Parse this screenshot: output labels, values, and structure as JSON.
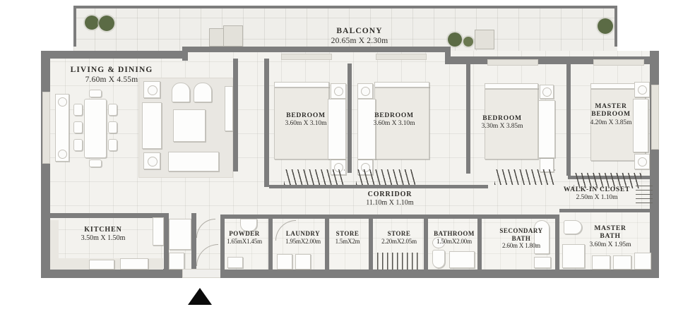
{
  "plan": {
    "title": "Apartment Floor Plan",
    "unit_system": "metric",
    "entrance_marker": "entrance-arrow"
  },
  "colors": {
    "wall": "#7d7d7d",
    "floor": "#f3f2ee",
    "balcony_floor": "#efeeea",
    "wet_floor": "#f5f4f0",
    "text": "#2e2c28",
    "tree": "#5b6b45",
    "entrance_arrow": "#0b0b0b",
    "furniture_fill": "#fdfdfc",
    "furniture_stroke": "#c9c7c0"
  },
  "rooms": [
    {
      "id": "balcony",
      "name": "BALCONY",
      "dimensions": "20.65m X 2.30m"
    },
    {
      "id": "living-dining",
      "name": "LIVING & DINING",
      "dimensions": "7.60m X 4.55m"
    },
    {
      "id": "bedroom-1",
      "name": "BEDROOM",
      "dimensions": "3.60m X 3.10m"
    },
    {
      "id": "bedroom-2",
      "name": "BEDROOM",
      "dimensions": "3.60m X 3.10m"
    },
    {
      "id": "bedroom-3",
      "name": "BEDROOM",
      "dimensions": "3.30m X 3.85m"
    },
    {
      "id": "master-bedroom",
      "name": "MASTER BEDROOM",
      "name_line1": "MASTER",
      "name_line2": "BEDROOM",
      "dimensions": "4.20m X 3.85m"
    },
    {
      "id": "corridor",
      "name": "CORRIDOR",
      "dimensions": "11.10m X 1.10m"
    },
    {
      "id": "walk-in-closet",
      "name": "WALK-IN CLOSET",
      "dimensions": "2.50m X 1.10m"
    },
    {
      "id": "kitchen",
      "name": "KITCHEN",
      "dimensions": "3.50m X 1.50m"
    },
    {
      "id": "powder",
      "name": "POWDER",
      "dimensions": "1.65mX1.45m"
    },
    {
      "id": "laundry",
      "name": "LAUNDRY",
      "dimensions": "1.95mX2.00m"
    },
    {
      "id": "store-1",
      "name": "STORE",
      "dimensions": "1.5mX2m"
    },
    {
      "id": "store-2",
      "name": "STORE",
      "dimensions": "2.20mX2.05m"
    },
    {
      "id": "bathroom",
      "name": "BATHROOM",
      "dimensions": "1.50mX2.00m"
    },
    {
      "id": "secondary-bath",
      "name": "SECONDARY BATH",
      "name_line1": "SECONDARY",
      "name_line2": "BATH",
      "dimensions": "2.60m X 1.80m"
    },
    {
      "id": "master-bath",
      "name": "MASTER BATH",
      "name_line1": "MASTER",
      "name_line2": "BATH",
      "dimensions": "3.60m X 1.95m"
    }
  ]
}
